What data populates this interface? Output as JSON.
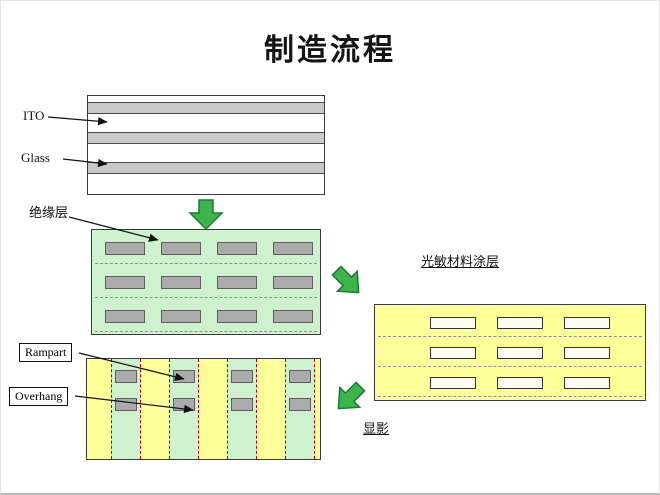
{
  "slide": {
    "title": "制造流程"
  },
  "glass_stack": {
    "label_ito": "ITO",
    "label_glass": "Glass"
  },
  "insulation_diagram": {
    "label": "绝缘层"
  },
  "photoresist_diagram": {
    "label": "光敏材料涂层"
  },
  "develop_diagram": {
    "label_develop": "显影",
    "label_rampart": "Rampart",
    "label_overhang": "Overhang"
  },
  "colors": {
    "light_green_bg": "#cdf2cd",
    "light_yellow_bg": "#ffff99",
    "electrode_gray": "#ababab",
    "glass_band_gray": "#c9c9c9",
    "process_arrow_green": "#3cb44b",
    "process_arrow_border": "#1d7a34",
    "dashed_red": "#b40000"
  }
}
